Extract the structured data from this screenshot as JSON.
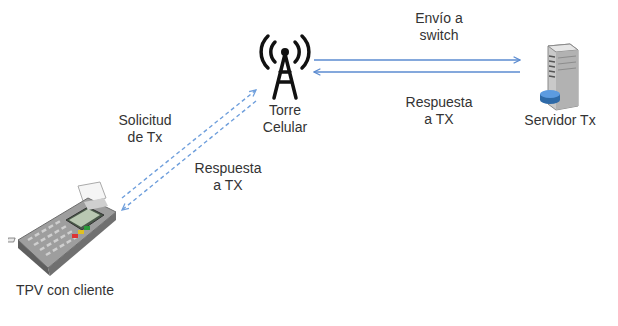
{
  "diagram": {
    "nodes": [
      {
        "text": [
          "Torre Celular"
        ]
      },
      {
        "text": [
          "Servidor Tx"
        ]
      },
      {
        "text": [
          "TPV con cliente"
        ]
      }
    ],
    "edges": [
      {
        "from": 2,
        "to": 0,
        "arrow": "to",
        "label": "Solicitud de Tx"
      },
      {
        "from": 0,
        "to": 2,
        "arrow": "to",
        "label": "Respuesta a TX"
      },
      {
        "from": 0,
        "to": 1,
        "arrow": "to",
        "label": "Envío a switch"
      },
      {
        "from": 1,
        "to": 0,
        "arrow": "to",
        "label": "Respuesta a TX"
      }
    ]
  }
}
